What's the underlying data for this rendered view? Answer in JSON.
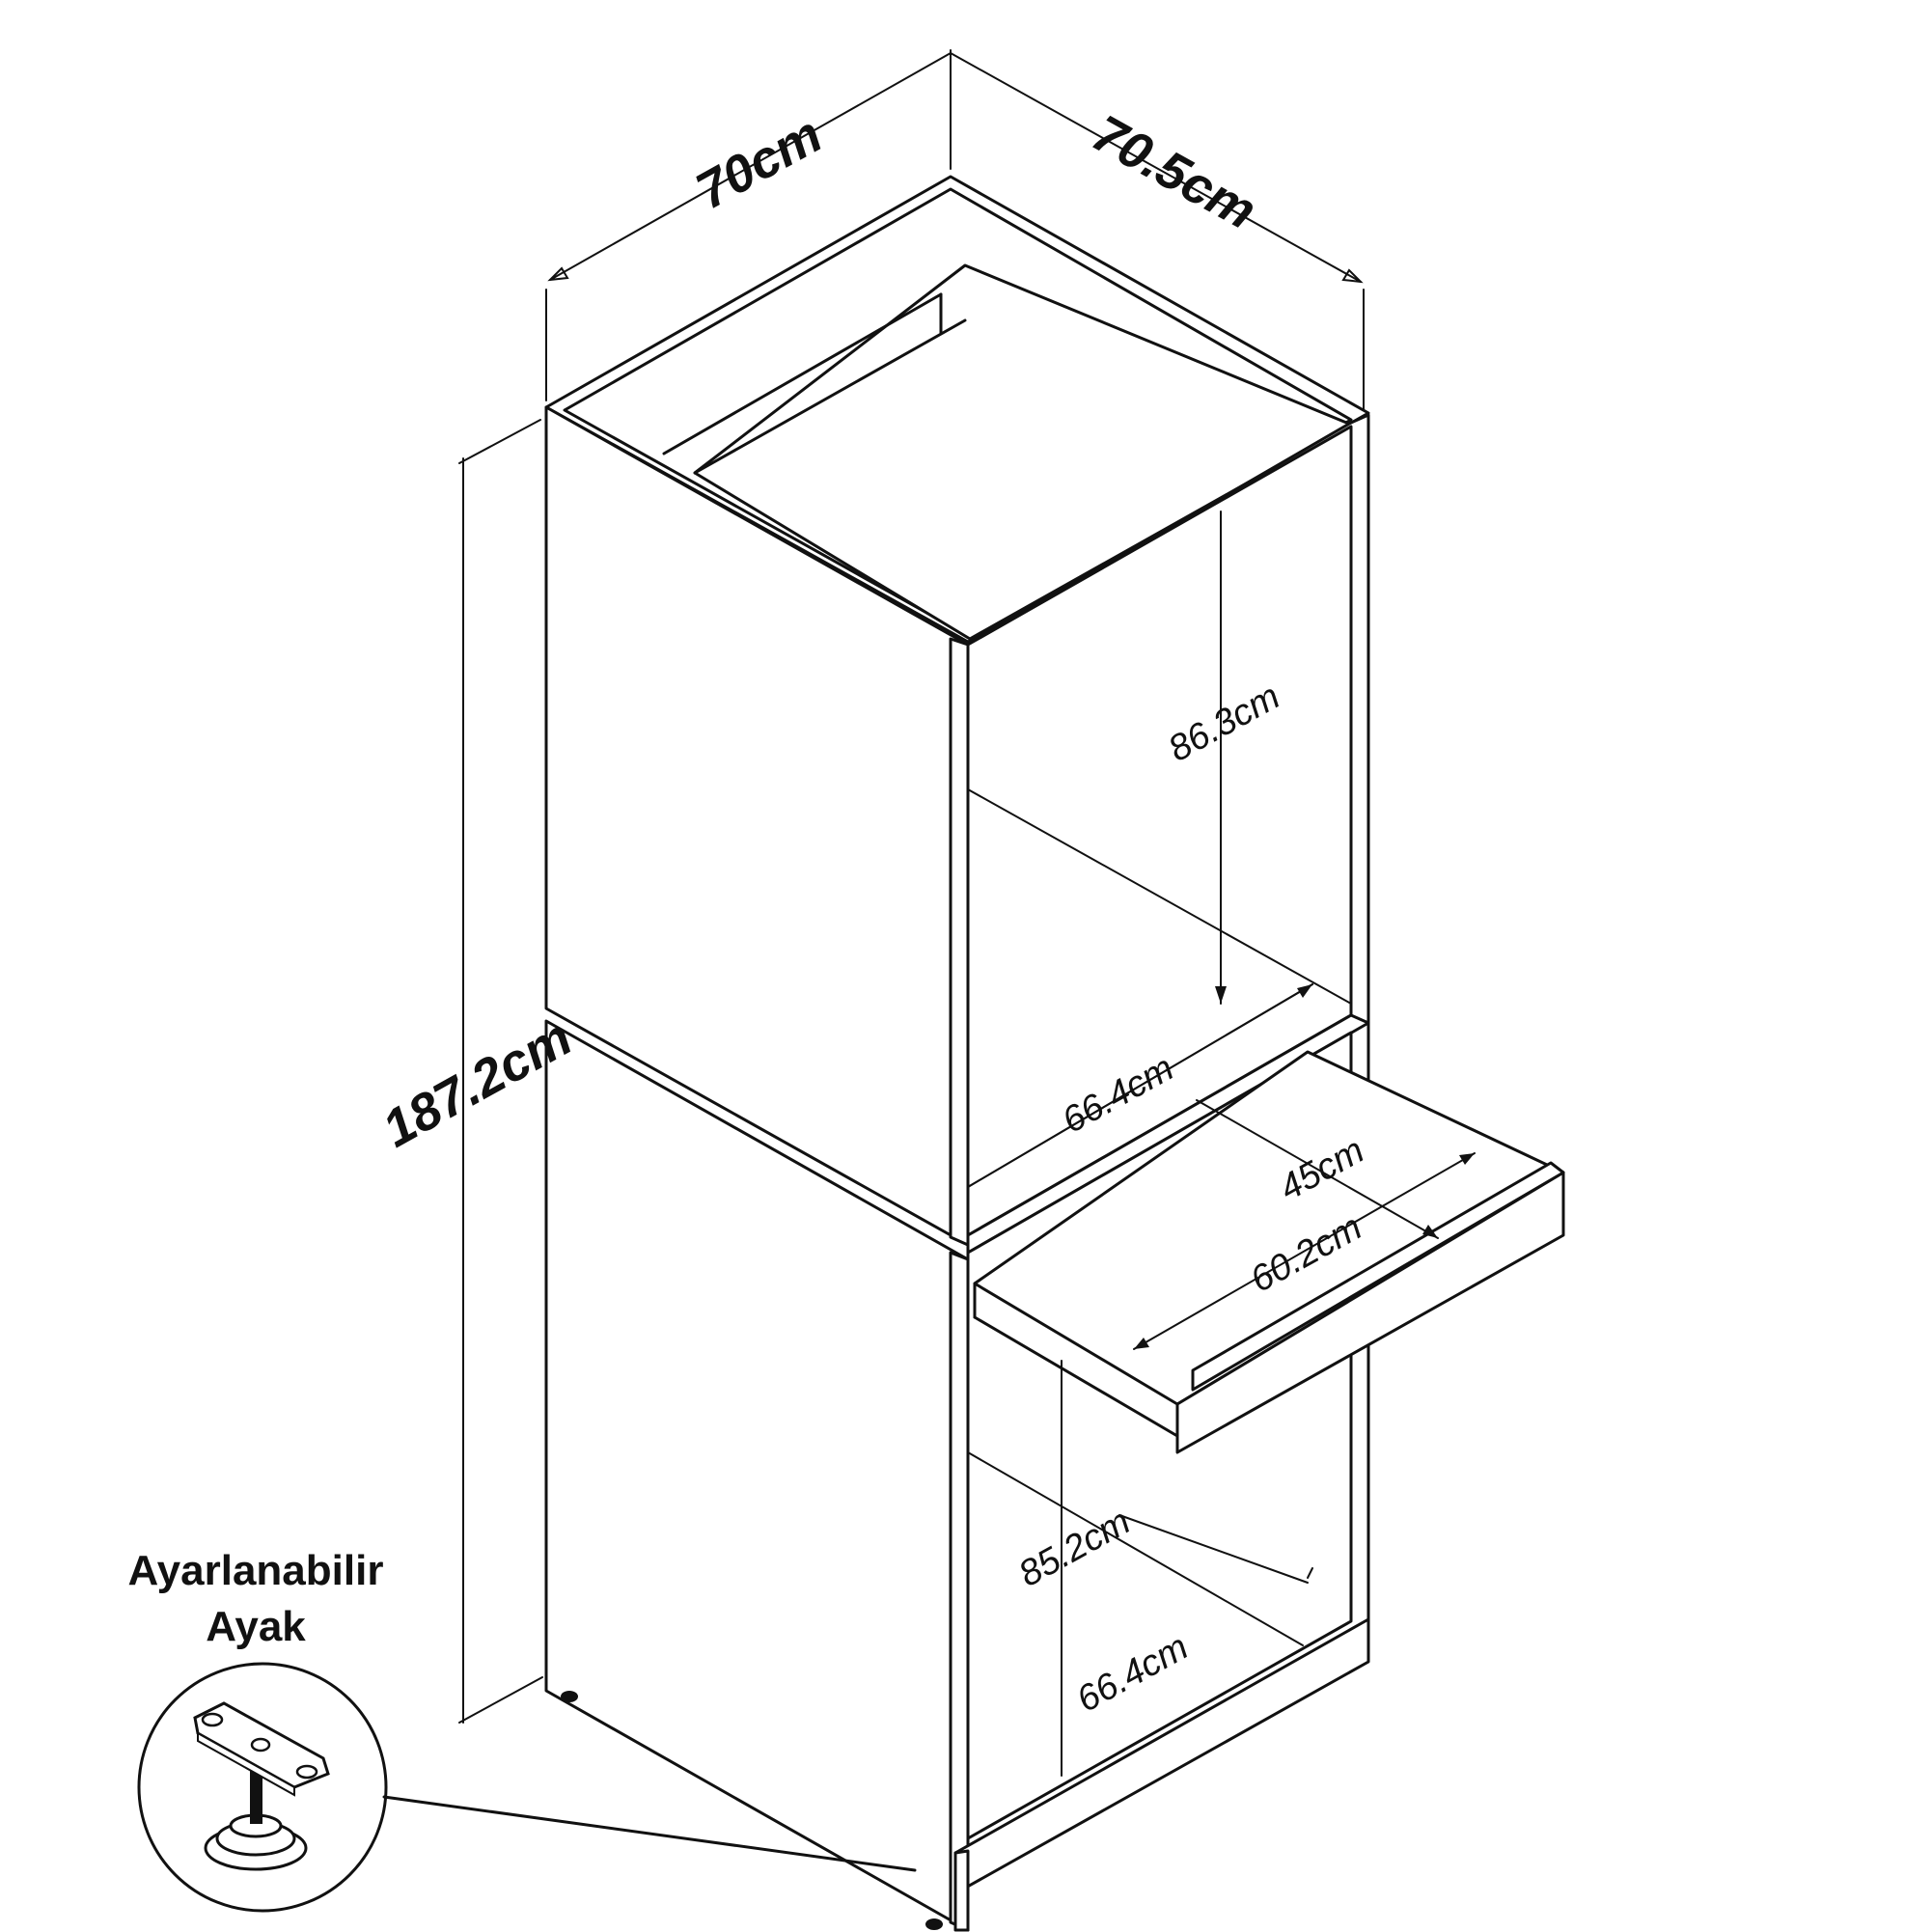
{
  "dimensions": {
    "width": "70cm",
    "depth": "70.5cm",
    "height": "187.2cm",
    "upper_inner_height": "86.3cm",
    "upper_inner_width": "66.4cm",
    "shelf_depth": "45cm",
    "shelf_width": "60.2cm",
    "lower_inner_height": "85.2cm",
    "lower_inner_width": "66.4cm"
  },
  "callout": {
    "line1": "Ayarlanabilir",
    "line2": "Ayak"
  },
  "icons": {
    "adjustable_foot": "adjustable-foot-icon"
  }
}
